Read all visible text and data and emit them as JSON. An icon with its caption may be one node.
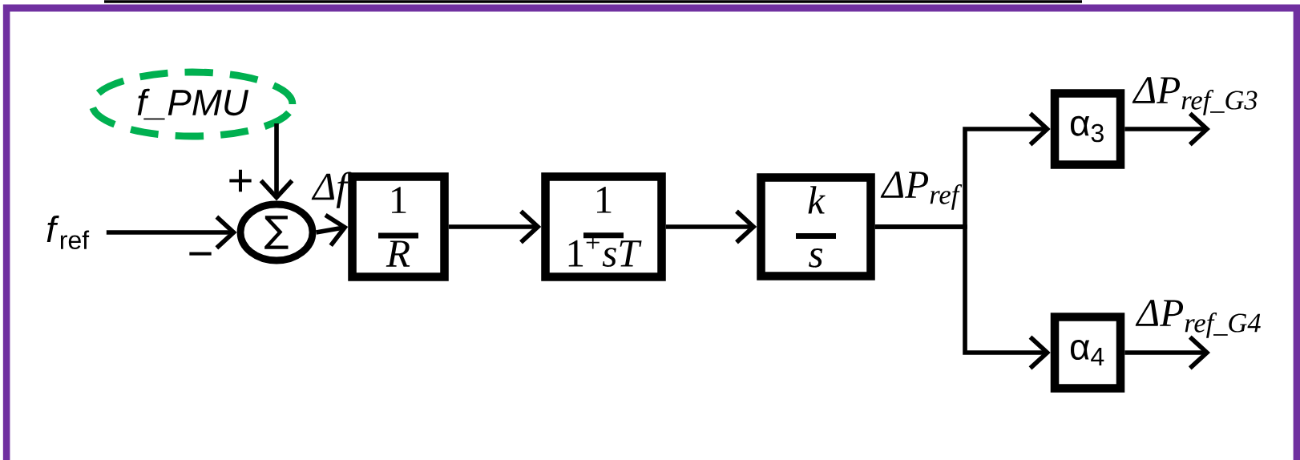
{
  "diagram": {
    "nodes": [
      {
        "text": [
          "*f*$_{ref}$"
        ]
      },
      {
        "text": [
          "f_PMU"
        ]
      },
      {
        "text": [
          "∑"
        ]
      },
      {
        "text": [
          "1",
          "R"
        ]
      },
      {
        "text": [
          "1",
          "1$^{+}$*sT*"
        ]
      },
      {
        "text": [
          "k",
          "s"
        ]
      },
      {
        "text": [
          "α$_{3}$"
        ]
      },
      {
        "text": [
          "α$_{4}$"
        ]
      }
    ],
    "edges": [
      {
        "from": 0,
        "to": 2,
        "arrow": "to"
      },
      {
        "from": 1,
        "to": 2,
        "arrow": "to"
      },
      {
        "from": 2,
        "to": 3,
        "arrow": "to",
        "label": "Δf"
      },
      {
        "from": 3,
        "to": 4,
        "arrow": "to"
      },
      {
        "from": 4,
        "to": 5,
        "arrow": "to"
      },
      {
        "from": 5,
        "to": 6,
        "arrow": "to",
        "label": "ΔP$_{ref}$"
      },
      {
        "from": 5,
        "to": 7,
        "arrow": "to"
      },
      {
        "from": 6,
        "to": null,
        "arrow": "to",
        "label": "ΔP$_{ref_G3}$"
      },
      {
        "from": 7,
        "to": null,
        "arrow": "to",
        "label": "ΔP$_{ref_G4}$"
      }
    ],
    "labels": [
      "+",
      "−"
    ]
  }
}
